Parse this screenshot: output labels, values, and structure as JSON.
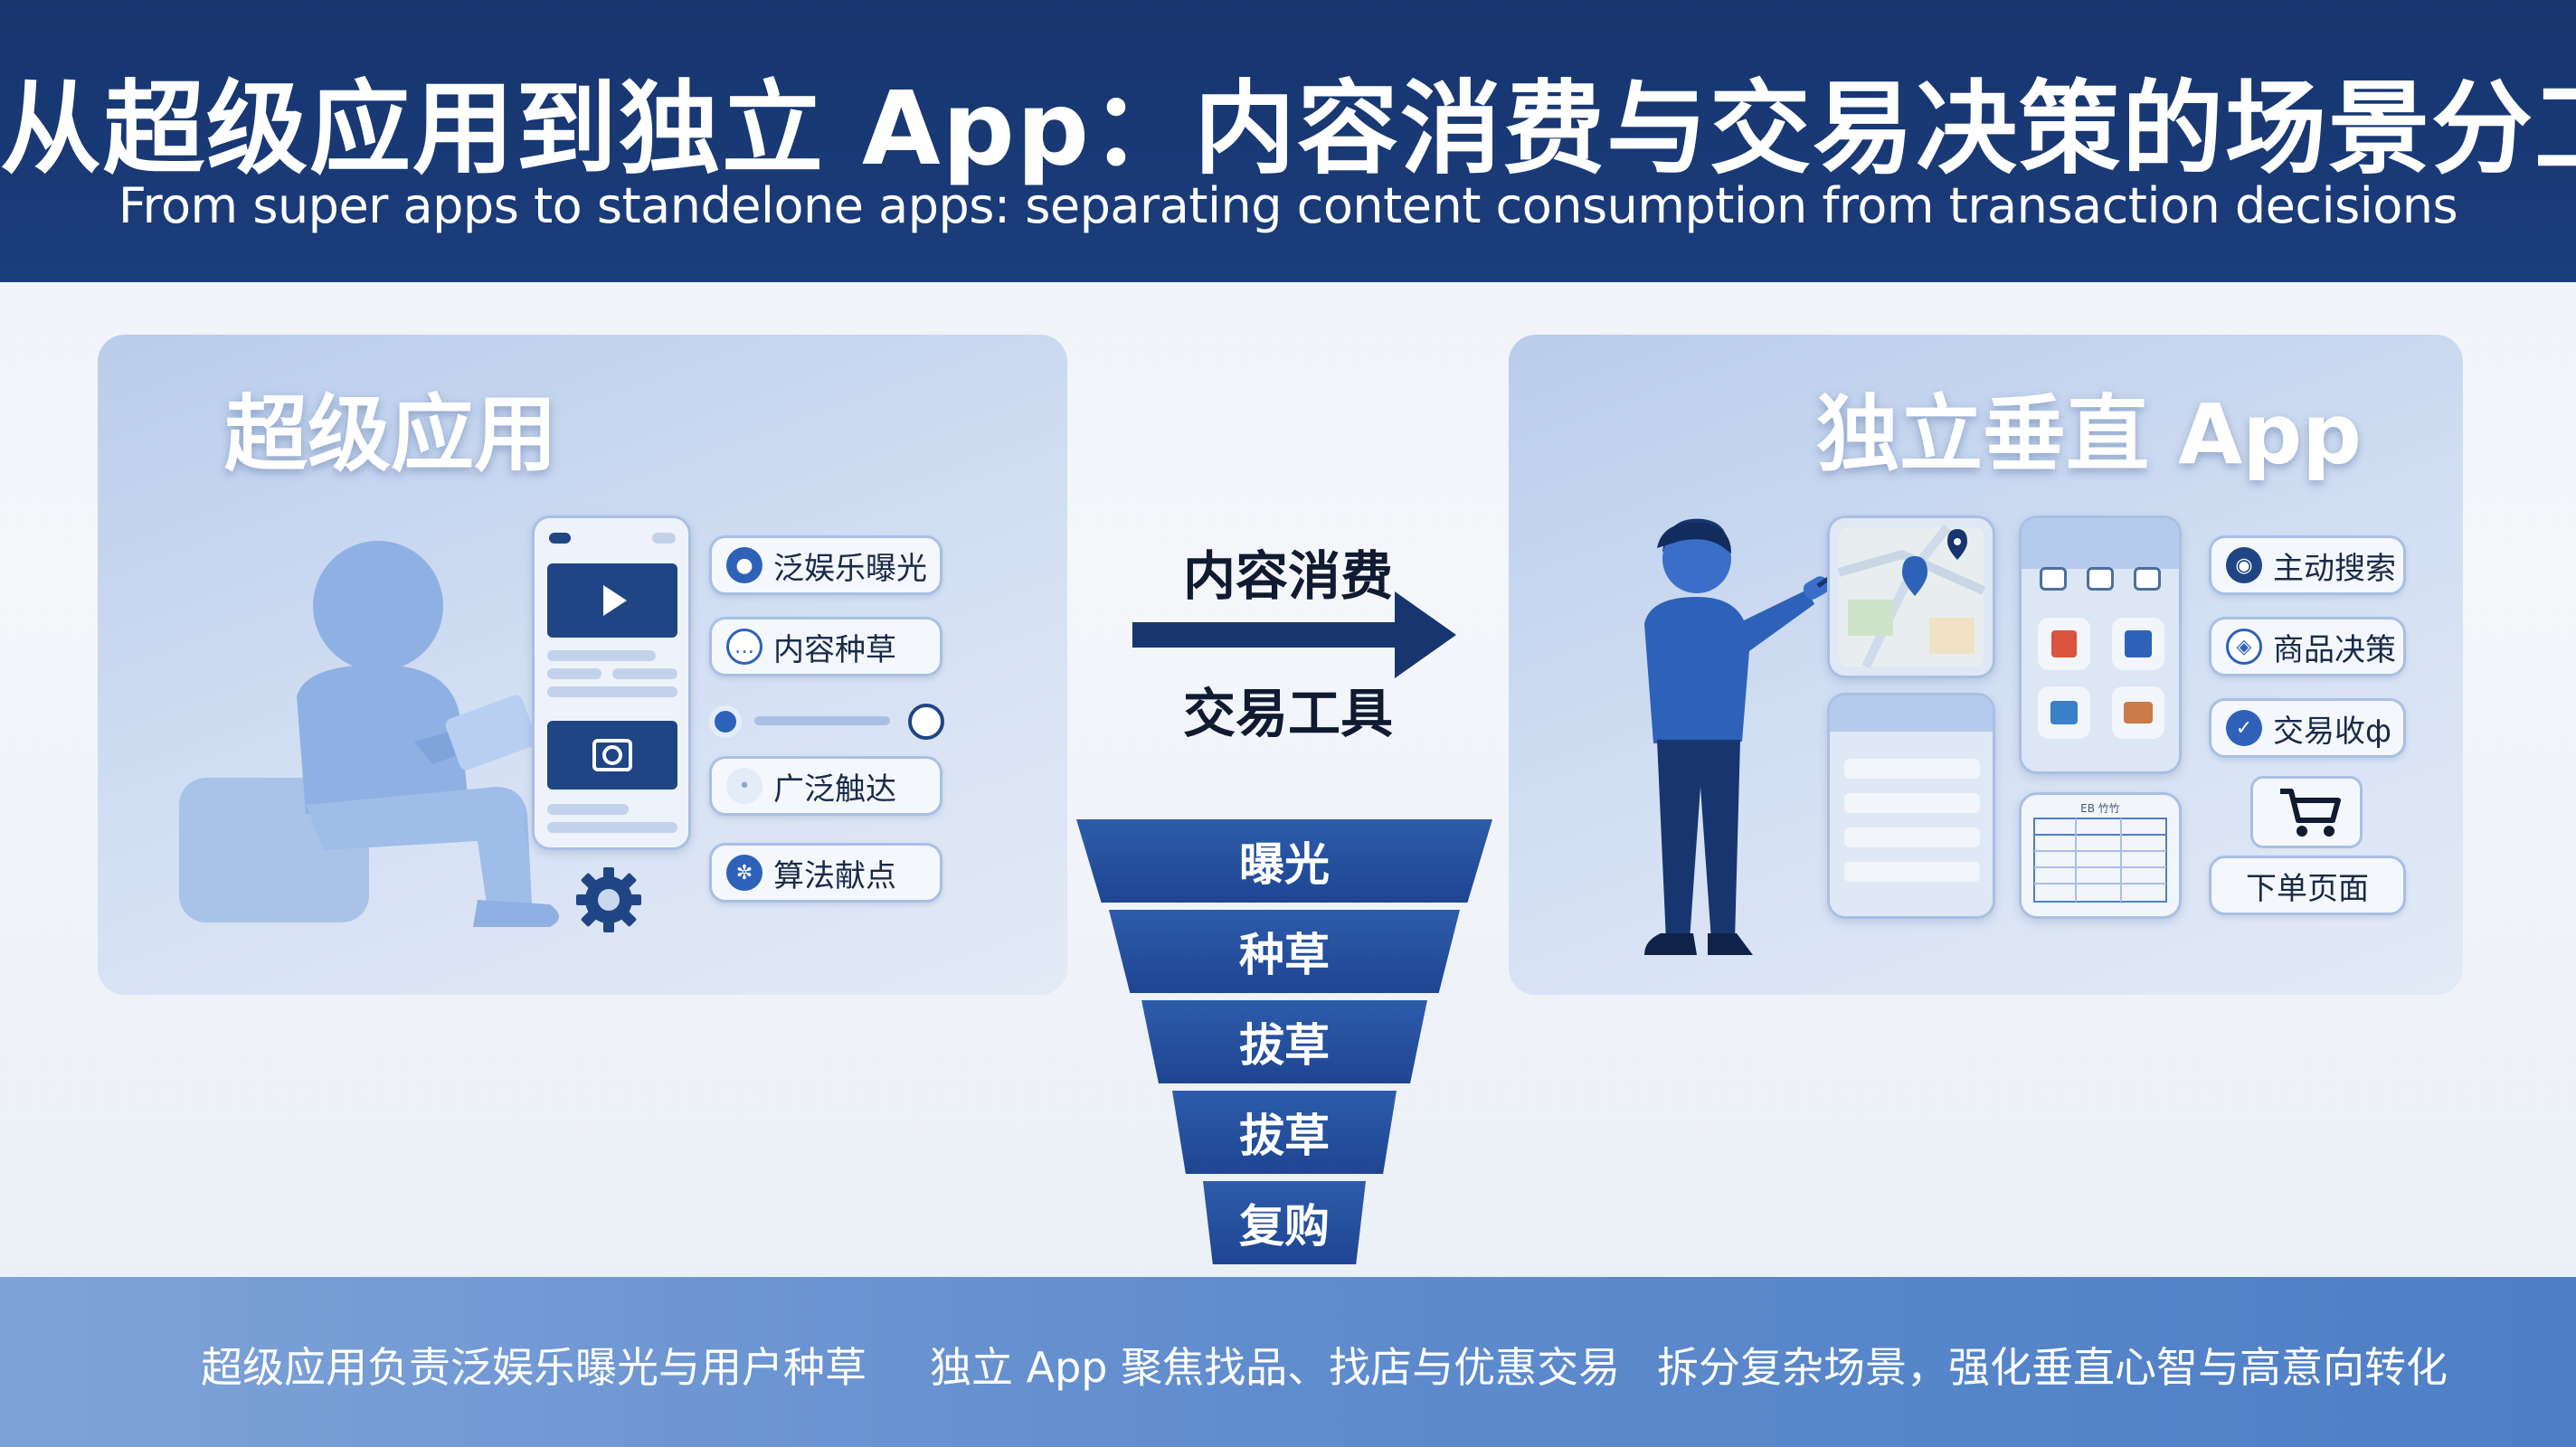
{
  "header": {
    "title": "从超级应用到独立 App：内容消费与交易决策的场景分工",
    "subtitle": "From super apps to standelone apps: separating content consumption from transaction decisions"
  },
  "left_panel": {
    "title": "超级应用",
    "chips": [
      "泛娱乐曝光",
      "内容种草",
      "广泛触达",
      "算法献点"
    ]
  },
  "right_panel": {
    "title": "独立垂直 App",
    "chips": [
      "主动搜索",
      "商品决策",
      "交易收ф",
      "下单页面"
    ],
    "table_header": "EB 竹竹"
  },
  "center": {
    "top_label": "内容消费",
    "bottom_label": "交易工具"
  },
  "funnel": [
    "曝光",
    "种草",
    "拔草",
    "拔草",
    "复购"
  ],
  "footer": {
    "items": [
      "超级应用负责泛娱乐曝光与用户种草",
      "独立 App 聚焦找品、找店与优惠交易",
      "拆分复杂场景，强化垂直心智与高意向转化"
    ]
  },
  "colors": {
    "header_bg": "#17356f",
    "accent": "#1e4591",
    "panel_bg": "#c9d8ef",
    "footer_bg": "#5f8ccd"
  }
}
